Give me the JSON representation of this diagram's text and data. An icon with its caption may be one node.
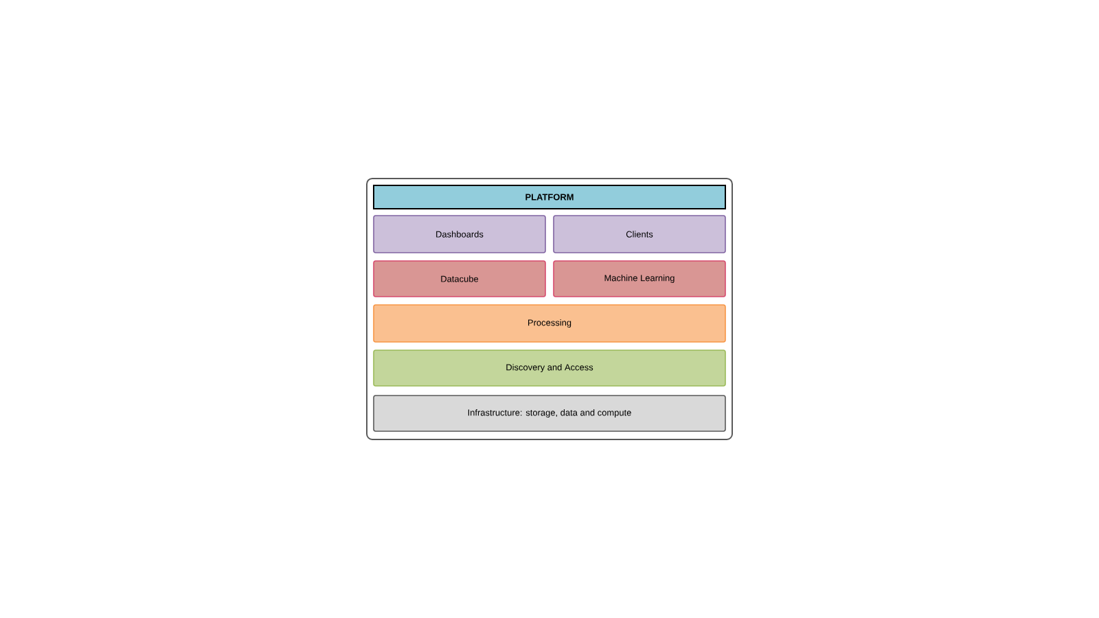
{
  "diagram": {
    "nodes": [
      {
        "text": [],
        "shape": "box"
      },
      {
        "text": [
          "PLATFORM"
        ],
        "in": 0
      },
      {
        "text": [
          "Dashboards"
        ],
        "in": 0
      },
      {
        "text": [
          "Clients"
        ],
        "in": 0
      },
      {
        "text": [
          "Datacube"
        ],
        "in": 0
      },
      {
        "text": [
          "Machine Learning"
        ],
        "in": 0
      },
      {
        "text": [
          "Processing"
        ],
        "in": 0
      },
      {
        "text": [
          "Discovery and Access"
        ],
        "in": 0
      },
      {
        "text": [
          "Infrastructure: storage, data and compute"
        ],
        "in": 0
      }
    ]
  }
}
